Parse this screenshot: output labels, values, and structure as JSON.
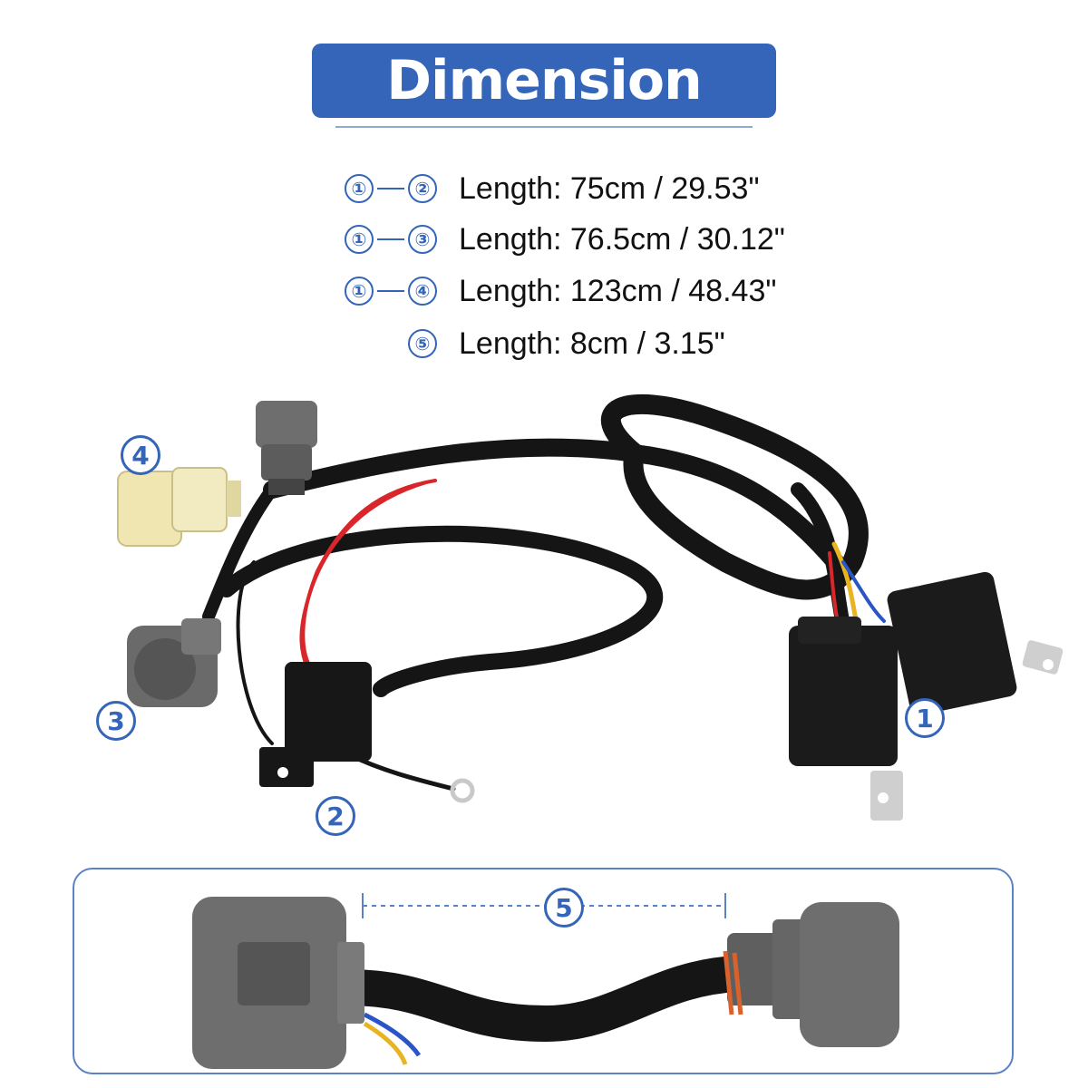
{
  "title": "Dimension",
  "dimensions": [
    {
      "from": "①",
      "to": "②",
      "text": "Length: 75cm / 29.53\""
    },
    {
      "from": "①",
      "to": "③",
      "text": "Length: 76.5cm / 30.12\""
    },
    {
      "from": "①",
      "to": "④",
      "text": "Length: 123cm / 48.43\""
    },
    {
      "from": "",
      "to": "⑤",
      "text": "Length: 8cm / 3.15\""
    }
  ],
  "labels": {
    "one": "1",
    "two": "2",
    "three": "3",
    "four": "4",
    "five": "5"
  },
  "colors": {
    "accent": "#3565b8",
    "cable": "#151515",
    "connector_gray": "#6e6e6e",
    "connector_yellow": "#efe6b2",
    "wire_red": "#d9262b",
    "wire_blue": "#2b55c7",
    "wire_yellow": "#e8b520"
  }
}
